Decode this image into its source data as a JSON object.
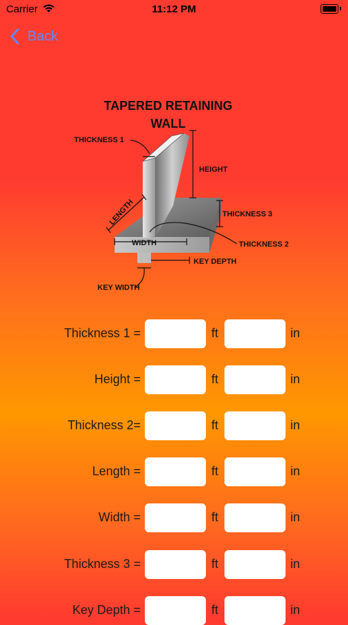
{
  "status": {
    "carrier": "Carrier",
    "time": "11:12 PM"
  },
  "nav": {
    "back_label": "Back",
    "accent_color": "#5a8cff"
  },
  "diagram": {
    "title_line1": "TAPERED RETAINING",
    "title_line2": "WALL",
    "labels": {
      "thickness1": "THICKNESS 1",
      "height": "HEIGHT",
      "length": "LENGTH",
      "thickness3": "THICKNESS 3",
      "width": "WIDTH",
      "thickness2": "THICKNESS 2",
      "key_depth": "KEY DEPTH",
      "key_width": "KEY WIDTH"
    }
  },
  "form": {
    "rows": [
      {
        "label": "Thickness 1 =",
        "unit_ft": "ft",
        "unit_in": "in",
        "ft_value": "",
        "in_value": ""
      },
      {
        "label": "Height =",
        "unit_ft": "ft",
        "unit_in": "in",
        "ft_value": "",
        "in_value": ""
      },
      {
        "label": "Thickness 2=",
        "unit_ft": "ft",
        "unit_in": "in",
        "ft_value": "",
        "in_value": ""
      },
      {
        "label": "Length =",
        "unit_ft": "ft",
        "unit_in": "in",
        "ft_value": "",
        "in_value": ""
      },
      {
        "label": "Width =",
        "unit_ft": "ft",
        "unit_in": "in",
        "ft_value": "",
        "in_value": ""
      },
      {
        "label": "Thickness 3 =",
        "unit_ft": "ft",
        "unit_in": "in",
        "ft_value": "",
        "in_value": ""
      },
      {
        "label": "Key Depth =",
        "unit_ft": "ft",
        "unit_in": "in",
        "ft_value": "",
        "in_value": ""
      }
    ]
  }
}
